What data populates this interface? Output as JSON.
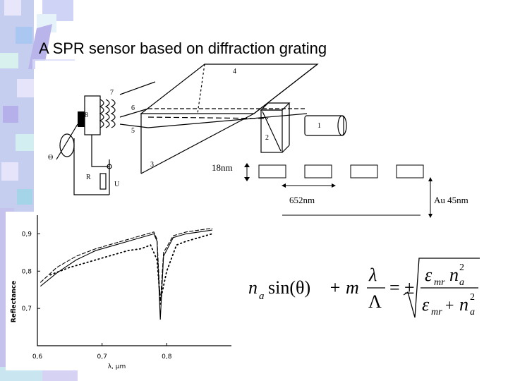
{
  "slide": {
    "title": "A SPR sensor based on diffraction grating"
  },
  "setup_diagram": {
    "part_labels": [
      "1",
      "2",
      "3",
      "4",
      "5",
      "6",
      "7",
      "8",
      "R",
      "U",
      "Θ"
    ]
  },
  "grating_diagram": {
    "height_label": "18nm",
    "period_label": "652nm",
    "film_label": "Au 45nm"
  },
  "chart_data": {
    "type": "line",
    "title": "",
    "xlabel": "λ, μm",
    "ylabel": "Reflectance",
    "xlim": [
      0.6,
      0.9
    ],
    "ylim": [
      0.6,
      0.95
    ],
    "x_ticks": [
      "0,6",
      "0,7",
      "0,8"
    ],
    "y_ticks": [
      "0,9",
      "0,8",
      "0,7"
    ],
    "series": [
      {
        "style": "solid",
        "points": [
          [
            0.605,
            0.76
          ],
          [
            0.63,
            0.795
          ],
          [
            0.66,
            0.83
          ],
          [
            0.69,
            0.855
          ],
          [
            0.72,
            0.87
          ],
          [
            0.75,
            0.885
          ],
          [
            0.77,
            0.895
          ],
          [
            0.78,
            0.9
          ],
          [
            0.785,
            0.88
          ],
          [
            0.79,
            0.67
          ],
          [
            0.795,
            0.84
          ],
          [
            0.81,
            0.89
          ],
          [
            0.83,
            0.9
          ],
          [
            0.85,
            0.905
          ],
          [
            0.87,
            0.91
          ]
        ]
      },
      {
        "style": "dashed",
        "points": [
          [
            0.605,
            0.77
          ],
          [
            0.63,
            0.81
          ],
          [
            0.66,
            0.84
          ],
          [
            0.69,
            0.86
          ],
          [
            0.72,
            0.875
          ],
          [
            0.75,
            0.89
          ],
          [
            0.77,
            0.9
          ],
          [
            0.78,
            0.905
          ],
          [
            0.785,
            0.885
          ],
          [
            0.79,
            0.71
          ],
          [
            0.795,
            0.85
          ],
          [
            0.81,
            0.895
          ],
          [
            0.83,
            0.905
          ],
          [
            0.85,
            0.91
          ],
          [
            0.87,
            0.915
          ]
        ]
      },
      {
        "style": "dotted",
        "points": [
          [
            0.62,
            0.79
          ],
          [
            0.65,
            0.81
          ],
          [
            0.68,
            0.825
          ],
          [
            0.71,
            0.84
          ],
          [
            0.74,
            0.855
          ],
          [
            0.76,
            0.86
          ],
          [
            0.775,
            0.87
          ],
          [
            0.785,
            0.83
          ],
          [
            0.79,
            0.72
          ],
          [
            0.8,
            0.8
          ],
          [
            0.815,
            0.87
          ],
          [
            0.83,
            0.88
          ],
          [
            0.85,
            0.89
          ],
          [
            0.87,
            0.9
          ]
        ]
      }
    ]
  },
  "equation": {
    "n_a": "n",
    "sub_a": "a",
    "sin_theta": "sin(θ)",
    "plus_m": "+ m",
    "lambda": "λ",
    "Lambda": "Λ",
    "eq_pm": "= ±",
    "eps": "ε",
    "mr": "mr",
    "n": "n",
    "sup2": "2",
    "plus": "+"
  }
}
